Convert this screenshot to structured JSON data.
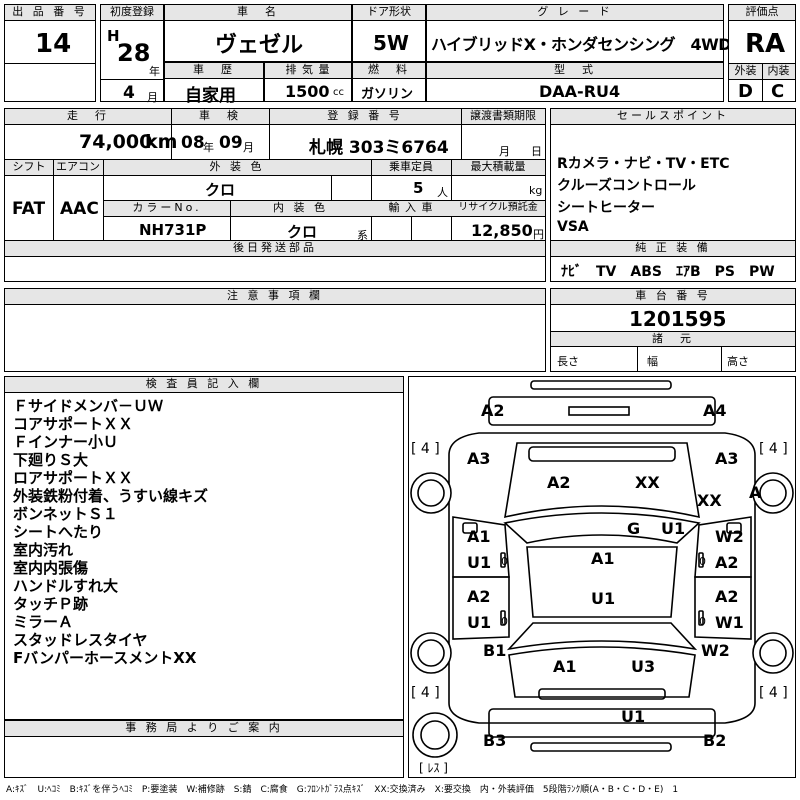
{
  "header_labels": {
    "lot_no": "出 品 番 号",
    "first_reg": "初度登録",
    "model_name": "車　名",
    "door": "ドア形状",
    "grade": "グ レ ー ド",
    "score": "評価点",
    "history": "車　歴",
    "displacement": "排 気 量",
    "fuel": "燃　料",
    "type": "型　式",
    "exterior": "外装",
    "interior": "内装",
    "mileage": "走　行",
    "inspection": "車　検",
    "reg_no": "登 録 番 号",
    "transfer": "譲渡書類期限",
    "sales_point": "セールスポイント",
    "shift": "シフト",
    "ac": "エアコン",
    "ext_color": "外 装 色",
    "capacity": "乗車定員",
    "max_load": "最大積載量",
    "color_no": "カラーNo.",
    "int_color": "内 装 色",
    "import": "輸 入 車",
    "recycle": "リサイクル預託金",
    "later_parts": "後日発送部品",
    "genuine": "純 正 装 備",
    "caution": "注 意 事 項 欄",
    "chassis": "車 台 番 号",
    "specs": "諸　元",
    "inspector": "検 査 員 記 入 欄",
    "office": "事 務 局 よ り ご 案 内"
  },
  "vehicle": {
    "lot_no": "14",
    "era": "H",
    "year": "28",
    "year_unit": "年",
    "month": "4",
    "month_unit": "月",
    "model": "ヴェゼル",
    "door": "5W",
    "grade": "ハイブリッドX・ホンダセンシング　4WD",
    "score": "RA",
    "history": "自家用",
    "displacement": "1500",
    "cc_unit": "cc",
    "fuel": "ガソリン",
    "type": "DAA-RU4",
    "exterior_grade": "D",
    "interior_grade": "C",
    "mileage": "74,000",
    "km_unit": "km",
    "inspection_yy": "08",
    "inspection_mm": "09",
    "inspection_y_unit": "年",
    "inspection_m_unit": "月",
    "reg_no": "札幌 303ミ6764",
    "transfer_m_unit": "月",
    "transfer_d_unit": "日",
    "shift": "FAT",
    "ac": "AAC",
    "ext_color": "クロ",
    "capacity": "5",
    "capacity_unit": "人",
    "load_unit": "kg",
    "color_no": "NH731P",
    "int_color": "クロ",
    "int_color_suffix": "系",
    "recycle": "12,850",
    "recycle_unit": "円",
    "chassis": "1201595"
  },
  "sales_points": [
    "Rカメラ・ナビ・TV・ETC",
    "クルーズコントロール",
    "シートヒーター",
    "VSA"
  ],
  "genuine_equipment": "ﾅﾋﾞ　TV　ABS　ｴｱB　PS　PW",
  "spec_labels": {
    "length": "長さ",
    "width": "幅",
    "height": "高さ"
  },
  "inspector_notes": [
    "Ｆサイドメンバ－ＵＷ",
    "コアサポートＸＸ",
    "Ｆインナー小Ｕ",
    "下廻りＳ大",
    "ロアサポートＸＸ",
    "外装鉄粉付着、うすい線キズ",
    "ボンネットＳ１",
    "シートへたり",
    "室内汚れ",
    "室内内張傷",
    "ハンドルすれ大",
    "タッチＰ跡",
    "ミラーＡ",
    "スタッドレスタイヤ",
    "FバンパーホースメントXX"
  ],
  "diagram": {
    "labels": {
      "front_left": "A2",
      "front_right": "A4",
      "fl_fender": "A3",
      "fr_fender": "A3",
      "hood_l": "A2",
      "hood_r": "XX",
      "core": "XX",
      "fr_wheel": "A",
      "windshield": "G",
      "mirror_u": "U1",
      "fl_door_a": "A1",
      "fl_door_u": "U1",
      "fr_door_w": "W2",
      "fr_door_a": "A2",
      "roof": "A1",
      "roof_u": "U1",
      "rl_door_a": "A2",
      "rl_door_u": "U1",
      "rr_door_a": "A2",
      "rr_door_w": "W1",
      "rl_q": "B1",
      "rr_q": "W2",
      "trunk_l": "A1",
      "trunk_r": "U3",
      "rear_u": "U1",
      "rear_l": "B3",
      "rear_r": "B2"
    },
    "tire_marks": [
      "[ 4 ]",
      "[ 4 ]",
      "[ 4 ]",
      "[ 4 ]"
    ],
    "less_mark": "[ ﾚｽ ]",
    "zero": "0"
  },
  "legend": "A:ｷｽﾞ　U:ﾍｺﾐ　B:ｷｽﾞを伴うﾍｺﾐ　P:要塗装　W:補修跡　S:錆　C:腐食　G:ﾌﾛﾝﾄｶﾞﾗｽ点ｷｽﾞ　XX:交換済み　X:要交換　内・外装評価　5段階ﾗﾝｸ順(A・B・C・D・E)　1"
}
